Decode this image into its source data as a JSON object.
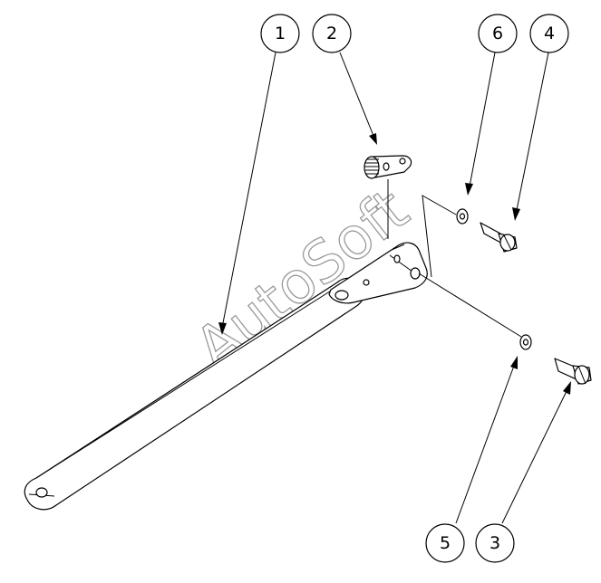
{
  "balloons": [
    {
      "id": "1",
      "label": "1"
    },
    {
      "id": "2",
      "label": "2"
    },
    {
      "id": "6",
      "label": "6"
    },
    {
      "id": "4",
      "label": "4"
    },
    {
      "id": "5",
      "label": "5"
    },
    {
      "id": "3",
      "label": "3"
    }
  ],
  "watermark": "AutoSoft"
}
